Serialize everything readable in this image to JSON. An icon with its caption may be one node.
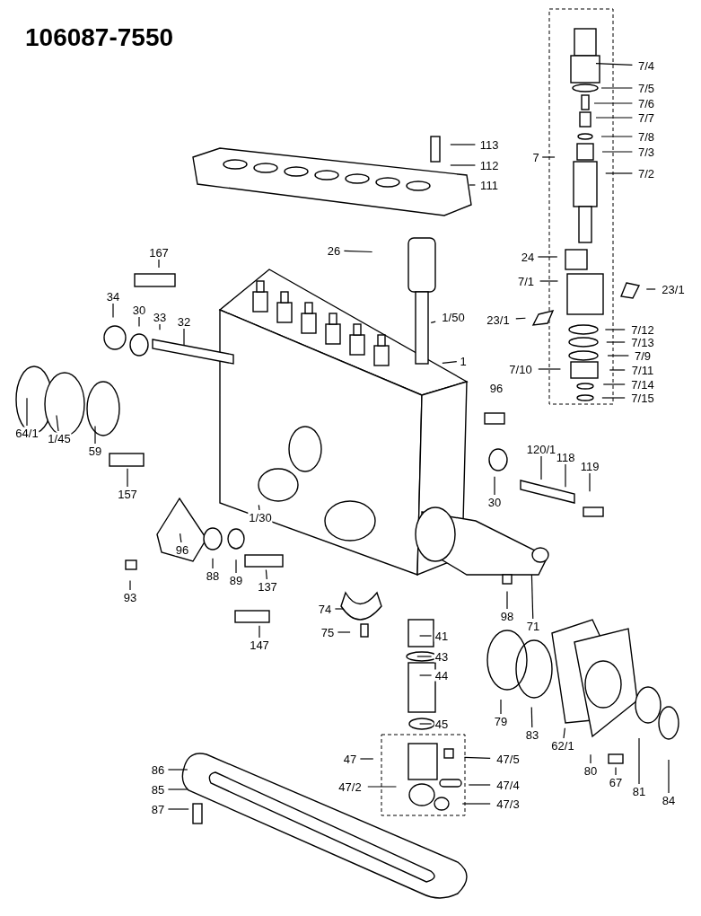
{
  "diagram": {
    "title": "106087-7550",
    "nodes": [
      {
        "text": [
          "7/4"
        ]
      },
      {
        "text": [
          "7/5"
        ]
      },
      {
        "text": [
          "7/6"
        ]
      },
      {
        "text": [
          "7/7"
        ]
      },
      {
        "text": [
          "7/8"
        ]
      },
      {
        "text": [
          "7/3"
        ]
      },
      {
        "text": [
          "7/2"
        ]
      },
      {
        "text": [
          "7"
        ]
      },
      {
        "text": [
          "113"
        ]
      },
      {
        "text": [
          "112"
        ]
      },
      {
        "text": [
          "111"
        ]
      },
      {
        "text": [
          "26"
        ]
      },
      {
        "text": [
          "167"
        ]
      },
      {
        "text": [
          "24"
        ]
      },
      {
        "text": [
          "7/1"
        ]
      },
      {
        "text": [
          "23/1"
        ]
      },
      {
        "text": [
          "23/1"
        ]
      },
      {
        "text": [
          "7/12"
        ]
      },
      {
        "text": [
          "7/13"
        ]
      },
      {
        "text": [
          "7/9"
        ]
      },
      {
        "text": [
          "7/10"
        ]
      },
      {
        "text": [
          "7/11"
        ]
      },
      {
        "text": [
          "7/14"
        ]
      },
      {
        "text": [
          "7/15"
        ]
      },
      {
        "text": [
          "34"
        ]
      },
      {
        "text": [
          "30"
        ]
      },
      {
        "text": [
          "33"
        ]
      },
      {
        "text": [
          "32"
        ]
      },
      {
        "text": [
          "1/50"
        ]
      },
      {
        "text": [
          "1"
        ]
      },
      {
        "text": [
          "64/1"
        ]
      },
      {
        "text": [
          "1/45"
        ]
      },
      {
        "text": [
          "59"
        ]
      },
      {
        "text": [
          "157"
        ]
      },
      {
        "text": [
          "1/30"
        ]
      },
      {
        "text": [
          "120/1"
        ]
      },
      {
        "text": [
          "118"
        ]
      },
      {
        "text": [
          "119"
        ]
      },
      {
        "text": [
          "30"
        ]
      },
      {
        "text": [
          "96"
        ]
      },
      {
        "text": [
          "93"
        ]
      },
      {
        "text": [
          "88"
        ]
      },
      {
        "text": [
          "89"
        ]
      },
      {
        "text": [
          "137"
        ]
      },
      {
        "text": [
          "98"
        ]
      },
      {
        "text": [
          "71"
        ]
      },
      {
        "text": [
          "74"
        ]
      },
      {
        "text": [
          "75"
        ]
      },
      {
        "text": [
          "147"
        ]
      },
      {
        "text": [
          "41"
        ]
      },
      {
        "text": [
          "43"
        ]
      },
      {
        "text": [
          "44"
        ]
      },
      {
        "text": [
          "45"
        ]
      },
      {
        "text": [
          "47"
        ]
      },
      {
        "text": [
          "47/5"
        ]
      },
      {
        "text": [
          "47/2"
        ]
      },
      {
        "text": [
          "47/4"
        ]
      },
      {
        "text": [
          "47/3"
        ]
      },
      {
        "text": [
          "86"
        ]
      },
      {
        "text": [
          "85"
        ]
      },
      {
        "text": [
          "87"
        ]
      },
      {
        "text": [
          "79"
        ]
      },
      {
        "text": [
          "83"
        ]
      },
      {
        "text": [
          "62/1"
        ]
      },
      {
        "text": [
          "80"
        ]
      },
      {
        "text": [
          "67"
        ]
      },
      {
        "text": [
          "81"
        ]
      },
      {
        "text": [
          "84"
        ]
      }
    ],
    "edges": [
      {
        "from": 0,
        "to": null,
        "arrow": "none"
      },
      {
        "from": 1,
        "to": null,
        "arrow": "none"
      },
      {
        "from": 2,
        "to": null,
        "arrow": "none"
      },
      {
        "from": 3,
        "to": null,
        "arrow": "none"
      },
      {
        "from": 4,
        "to": null,
        "arrow": "none"
      },
      {
        "from": 5,
        "to": null,
        "arrow": "none"
      },
      {
        "from": 6,
        "to": null,
        "arrow": "none"
      },
      {
        "from": 7,
        "to": null,
        "arrow": "none"
      },
      {
        "from": 8,
        "to": null,
        "arrow": "none"
      },
      {
        "from": 9,
        "to": null,
        "arrow": "none"
      },
      {
        "from": 10,
        "to": null,
        "arrow": "none"
      },
      {
        "from": 11,
        "to": null,
        "arrow": "none"
      },
      {
        "from": 12,
        "to": null,
        "arrow": "none"
      },
      {
        "from": 13,
        "to": null,
        "arrow": "none"
      },
      {
        "from": 14,
        "to": null,
        "arrow": "none"
      },
      {
        "from": 15,
        "to": null,
        "arrow": "none"
      },
      {
        "from": 16,
        "to": null,
        "arrow": "none"
      },
      {
        "from": 17,
        "to": null,
        "arrow": "none"
      },
      {
        "from": 18,
        "to": null,
        "arrow": "none"
      },
      {
        "from": 19,
        "to": null,
        "arrow": "none"
      },
      {
        "from": 20,
        "to": null,
        "arrow": "none"
      },
      {
        "from": 21,
        "to": null,
        "arrow": "none"
      },
      {
        "from": 22,
        "to": null,
        "arrow": "none"
      },
      {
        "from": 23,
        "to": null,
        "arrow": "none"
      },
      {
        "from": 24,
        "to": null,
        "arrow": "none"
      },
      {
        "from": 25,
        "to": null,
        "arrow": "none"
      },
      {
        "from": 26,
        "to": null,
        "arrow": "none"
      },
      {
        "from": 27,
        "to": null,
        "arrow": "none"
      },
      {
        "from": 28,
        "to": null,
        "arrow": "none"
      },
      {
        "from": 29,
        "to": null,
        "arrow": "none"
      },
      {
        "from": 30,
        "to": null,
        "arrow": "none"
      },
      {
        "from": 31,
        "to": null,
        "arrow": "none"
      },
      {
        "from": 32,
        "to": null,
        "arrow": "none"
      },
      {
        "from": 33,
        "to": null,
        "arrow": "none"
      },
      {
        "from": 34,
        "to": null,
        "arrow": "none"
      },
      {
        "from": 35,
        "to": null,
        "arrow": "none"
      },
      {
        "from": 36,
        "to": null,
        "arrow": "none"
      },
      {
        "from": 37,
        "to": null,
        "arrow": "none"
      },
      {
        "from": 38,
        "to": null,
        "arrow": "none"
      },
      {
        "from": 39,
        "to": null,
        "arrow": "none"
      },
      {
        "from": 40,
        "to": null,
        "arrow": "none"
      },
      {
        "from": 41,
        "to": null,
        "arrow": "none"
      },
      {
        "from": 42,
        "to": null,
        "arrow": "none"
      },
      {
        "from": 43,
        "to": null,
        "arrow": "none"
      },
      {
        "from": 44,
        "to": null,
        "arrow": "none"
      },
      {
        "from": 45,
        "to": null,
        "arrow": "none"
      },
      {
        "from": 46,
        "to": null,
        "arrow": "none"
      },
      {
        "from": 47,
        "to": null,
        "arrow": "none"
      },
      {
        "from": 48,
        "to": null,
        "arrow": "none"
      },
      {
        "from": 49,
        "to": null,
        "arrow": "none"
      },
      {
        "from": 50,
        "to": null,
        "arrow": "none"
      },
      {
        "from": 51,
        "to": null,
        "arrow": "none"
      },
      {
        "from": 52,
        "to": null,
        "arrow": "none"
      },
      {
        "from": 53,
        "to": null,
        "arrow": "none"
      },
      {
        "from": 54,
        "to": null,
        "arrow": "none"
      },
      {
        "from": 55,
        "to": null,
        "arrow": "none"
      },
      {
        "from": 56,
        "to": null,
        "arrow": "none"
      },
      {
        "from": 57,
        "to": null,
        "arrow": "none"
      },
      {
        "from": 58,
        "to": null,
        "arrow": "none"
      },
      {
        "from": 59,
        "to": null,
        "arrow": "none"
      },
      {
        "from": 60,
        "to": null,
        "arrow": "none"
      },
      {
        "from": 61,
        "to": null,
        "arrow": "none"
      },
      {
        "from": 62,
        "to": null,
        "arrow": "none"
      },
      {
        "from": 63,
        "to": null,
        "arrow": "none"
      },
      {
        "from": 64,
        "to": null,
        "arrow": "none"
      },
      {
        "from": 65,
        "to": null,
        "arrow": "none"
      },
      {
        "from": 66,
        "to": null,
        "arrow": "none"
      },
      {
        "from": 67,
        "to": null,
        "arrow": "none"
      }
    ],
    "labels": [
      "96"
    ]
  }
}
